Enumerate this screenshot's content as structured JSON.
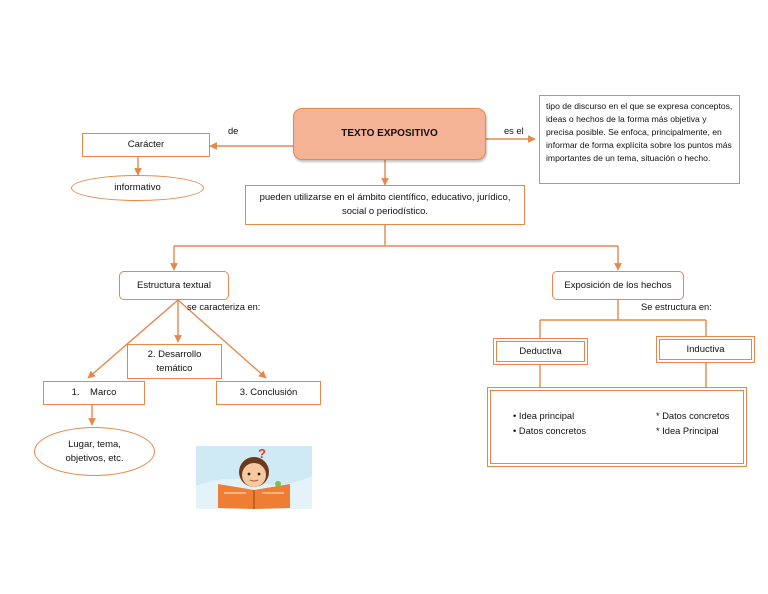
{
  "root": {
    "title": "TEXTO EXPOSITIVO"
  },
  "definition": {
    "connector": "es el",
    "text": "tipo de discurso en el que se expresa conceptos, ideas o hechos de la forma más objetiva y precisa posible. Se enfoca, principalmente, en informar de forma explícita sobre los puntos más importantes de un tema, situación o hecho."
  },
  "character": {
    "connector": "de",
    "label": "Carácter",
    "value": "informativo"
  },
  "usage": {
    "text": "pueden utilizarse en el ámbito científico, educativo, jurídico, social o periodístico."
  },
  "structure": {
    "label": "Estructura textual",
    "connector": "se caracteriza en:",
    "items": [
      {
        "label": "1.    Marco"
      },
      {
        "label": "2.  Desarrollo temático"
      },
      {
        "label": "3. Conclusión"
      }
    ],
    "marco_detail": "Lugar, tema, objetivos, etc."
  },
  "exposition": {
    "label": "Exposición de los hechos",
    "connector": "Se estructura en:",
    "deductive": {
      "label": "Deductiva",
      "bullets": [
        "Idea principal",
        "Datos concretos"
      ],
      "marker": "•"
    },
    "inductive": {
      "label": "Inductiva",
      "bullets": [
        "Datos concretos",
        "Idea Principal"
      ],
      "marker": "*"
    }
  },
  "colors": {
    "line": "#e8874a",
    "root_fill": "#f5b396",
    "clipart_bg": "#cfeaf5",
    "book": "#ef7d33"
  },
  "icons": {
    "clipart": "person-reading-book-question-icon"
  }
}
